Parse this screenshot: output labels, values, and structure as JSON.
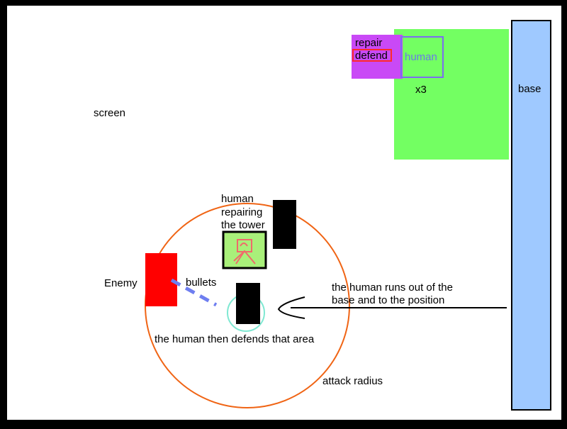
{
  "labels": {
    "screen": "screen",
    "base": "base",
    "repair": "repair",
    "defend": "defend",
    "human_menu": "human",
    "multiplier": "x3",
    "human_repairing_1": "human",
    "human_repairing_2": "repairing",
    "human_repairing_3": "the tower",
    "enemy": "Enemy",
    "bullets": "bullets",
    "runs_out_1": "the human runs out of the",
    "runs_out_2": "base and to the position",
    "defends_area": "the human then defends that area",
    "attack_radius": "attack radius"
  },
  "colors": {
    "frame": "#000000",
    "canvas": "#ffffff",
    "base_fill": "#9fc9ff",
    "base_area": "#73ff62",
    "menu_fill": "#c949f6",
    "defend_outline": "#ff2a2a",
    "human_outline": "#7b6cf0",
    "human_text": "#6a78e8",
    "tower_fill": "#a9f07a",
    "sketch": "#f06a6a",
    "enemy_fill": "#ff0000",
    "bullets": "#6e7ef0",
    "radius": "#f06414",
    "selection": "#7fe8d2",
    "text": "#000000"
  },
  "icons": {
    "tower_sketch": "human-repairing-sketch-icon",
    "arrow": "arrow-left-icon"
  }
}
